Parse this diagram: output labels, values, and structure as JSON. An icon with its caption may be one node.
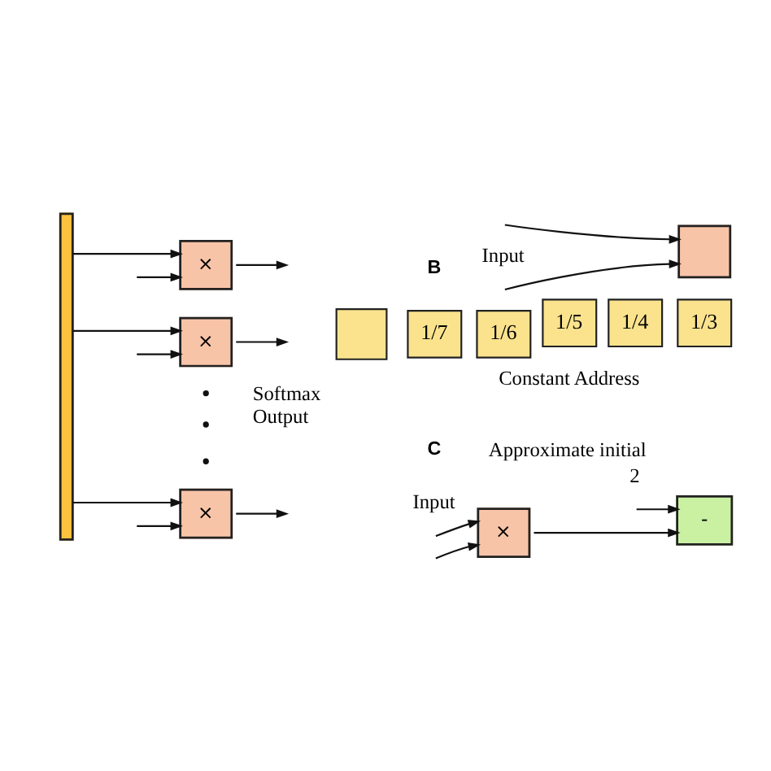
{
  "diagram": {
    "nodes": [
      {
        "text": [],
        "shape": "bar"
      },
      {
        "text": [
          "×"
        ]
      },
      {
        "text": [
          "×"
        ]
      },
      {
        "text": [
          "×"
        ]
      },
      {
        "text": [],
        "shape": "box"
      },
      {
        "text": [],
        "shape": "box"
      },
      {
        "text": [
          "1/7"
        ]
      },
      {
        "text": [
          "1/6"
        ]
      },
      {
        "text": [
          "1/5"
        ]
      },
      {
        "text": [
          "1/4"
        ]
      },
      {
        "text": [
          "1/3"
        ]
      },
      {
        "text": [
          "×"
        ]
      },
      {
        "text": [
          "-"
        ]
      }
    ],
    "edges": [
      {
        "from": 0,
        "to": 1,
        "arrow": "to"
      },
      {
        "from": 1,
        "to": null,
        "arrow": "to"
      },
      {
        "from": null,
        "to": 1,
        "arrow": "to"
      },
      {
        "from": 0,
        "to": 2,
        "arrow": "to"
      },
      {
        "from": 2,
        "to": null,
        "arrow": "to"
      },
      {
        "from": null,
        "to": 2,
        "arrow": "to"
      },
      {
        "from": 0,
        "to": 3,
        "arrow": "to"
      },
      {
        "from": 3,
        "to": null,
        "arrow": "to"
      },
      {
        "from": null,
        "to": 3,
        "arrow": "to"
      },
      {
        "from": null,
        "to": 4,
        "arrow": "to"
      },
      {
        "from": null,
        "to": 4,
        "arrow": "to",
        "label": "Input"
      },
      {
        "from": null,
        "to": 11,
        "arrow": "to",
        "label": "Input"
      },
      {
        "from": null,
        "to": 11,
        "arrow": "to"
      },
      {
        "from": 11,
        "to": 12,
        "arrow": "to"
      },
      {
        "from": null,
        "to": 12,
        "arrow": "to",
        "label": "2"
      }
    ],
    "labels": [
      "B",
      "Softmax Output",
      "Constant Address",
      "C",
      "Approximate initial"
    ]
  }
}
